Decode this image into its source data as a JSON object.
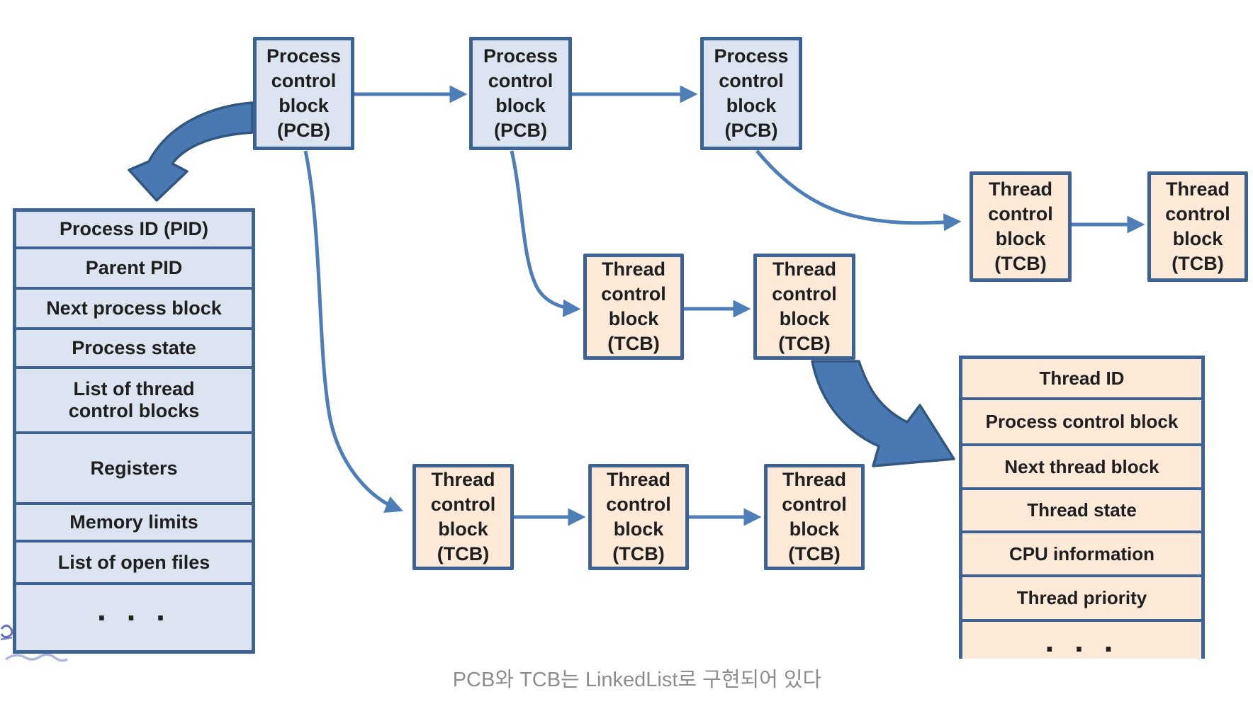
{
  "boxes": {
    "pcb_label": "Process\ncontrol\nblock\n(PCB)",
    "tcb_label": "Thread\ncontrol\nblock\n(TCB)"
  },
  "pcb_table": {
    "rows": [
      "Process ID (PID)",
      "Parent PID",
      "Next process block",
      "Process state",
      "List of thread\ncontrol blocks",
      "Registers",
      "Memory limits",
      "List of open files",
      ". . ."
    ]
  },
  "tcb_table": {
    "rows": [
      "Thread ID",
      "Process control block",
      "Next thread block",
      "Thread state",
      "CPU information",
      "Thread priority",
      ". . ."
    ]
  },
  "caption": "PCB와 TCB는 LinkedList로 구현되어 있다",
  "colors": {
    "arrow_blue": "#4d7eb8",
    "block_arrow_fill": "#4a78b2",
    "box_border": "#3d6395",
    "pcb_fill": "#dbe4f0",
    "tcb_fill": "#fce9d7",
    "caption_gray": "#8d8d8d"
  }
}
